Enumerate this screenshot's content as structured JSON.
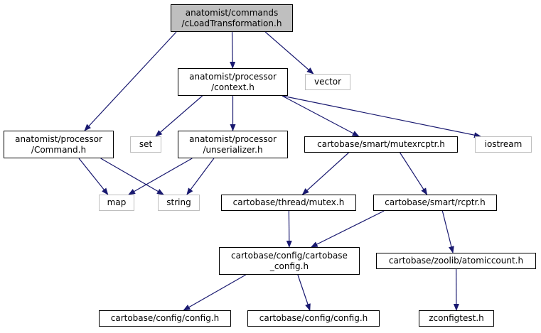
{
  "nodes": [
    {
      "id": "root",
      "kind": "main",
      "label": "anatomist/commands\n/cLoadTransformation.h"
    },
    {
      "id": "context",
      "kind": "file",
      "label": "anatomist/processor\n/context.h"
    },
    {
      "id": "vector",
      "kind": "ext",
      "label": "vector"
    },
    {
      "id": "command",
      "kind": "file",
      "label": "anatomist/processor\n/Command.h"
    },
    {
      "id": "set",
      "kind": "ext",
      "label": "set"
    },
    {
      "id": "unserializer",
      "kind": "file",
      "label": "anatomist/processor\n/unserializer.h"
    },
    {
      "id": "mutexrcptr",
      "kind": "file",
      "label": "cartobase/smart/mutexrcptr.h"
    },
    {
      "id": "iostream",
      "kind": "ext",
      "label": "iostream"
    },
    {
      "id": "map",
      "kind": "ext",
      "label": "map"
    },
    {
      "id": "string",
      "kind": "ext",
      "label": "string"
    },
    {
      "id": "mutex",
      "kind": "file",
      "label": "cartobase/thread/mutex.h"
    },
    {
      "id": "rcptr",
      "kind": "file",
      "label": "cartobase/smart/rcptr.h"
    },
    {
      "id": "cartobase_config",
      "kind": "file",
      "label": "cartobase/config/cartobase\n_config.h"
    },
    {
      "id": "atomiccount",
      "kind": "file",
      "label": "cartobase/zoolib/atomiccount.h"
    },
    {
      "id": "config1",
      "kind": "file",
      "label": "cartobase/config/config.h"
    },
    {
      "id": "config2",
      "kind": "file",
      "label": "cartobase/config/config.h"
    },
    {
      "id": "zconfigtest",
      "kind": "file",
      "label": "zconfigtest.h"
    }
  ],
  "edges": [
    [
      "root",
      "command"
    ],
    [
      "root",
      "context"
    ],
    [
      "root",
      "vector"
    ],
    [
      "context",
      "set"
    ],
    [
      "context",
      "unserializer"
    ],
    [
      "context",
      "mutexrcptr"
    ],
    [
      "context",
      "iostream"
    ],
    [
      "command",
      "map"
    ],
    [
      "command",
      "string"
    ],
    [
      "unserializer",
      "map"
    ],
    [
      "unserializer",
      "string"
    ],
    [
      "mutexrcptr",
      "mutex"
    ],
    [
      "mutexrcptr",
      "rcptr"
    ],
    [
      "mutex",
      "cartobase_config"
    ],
    [
      "rcptr",
      "cartobase_config"
    ],
    [
      "rcptr",
      "atomiccount"
    ],
    [
      "cartobase_config",
      "config1"
    ],
    [
      "cartobase_config",
      "config2"
    ],
    [
      "atomiccount",
      "zconfigtest"
    ]
  ],
  "colors": {
    "edge": "#191970",
    "main_fill": "#bfbfbf",
    "ext_border": "#bfbfbf",
    "file_border": "#000000"
  }
}
